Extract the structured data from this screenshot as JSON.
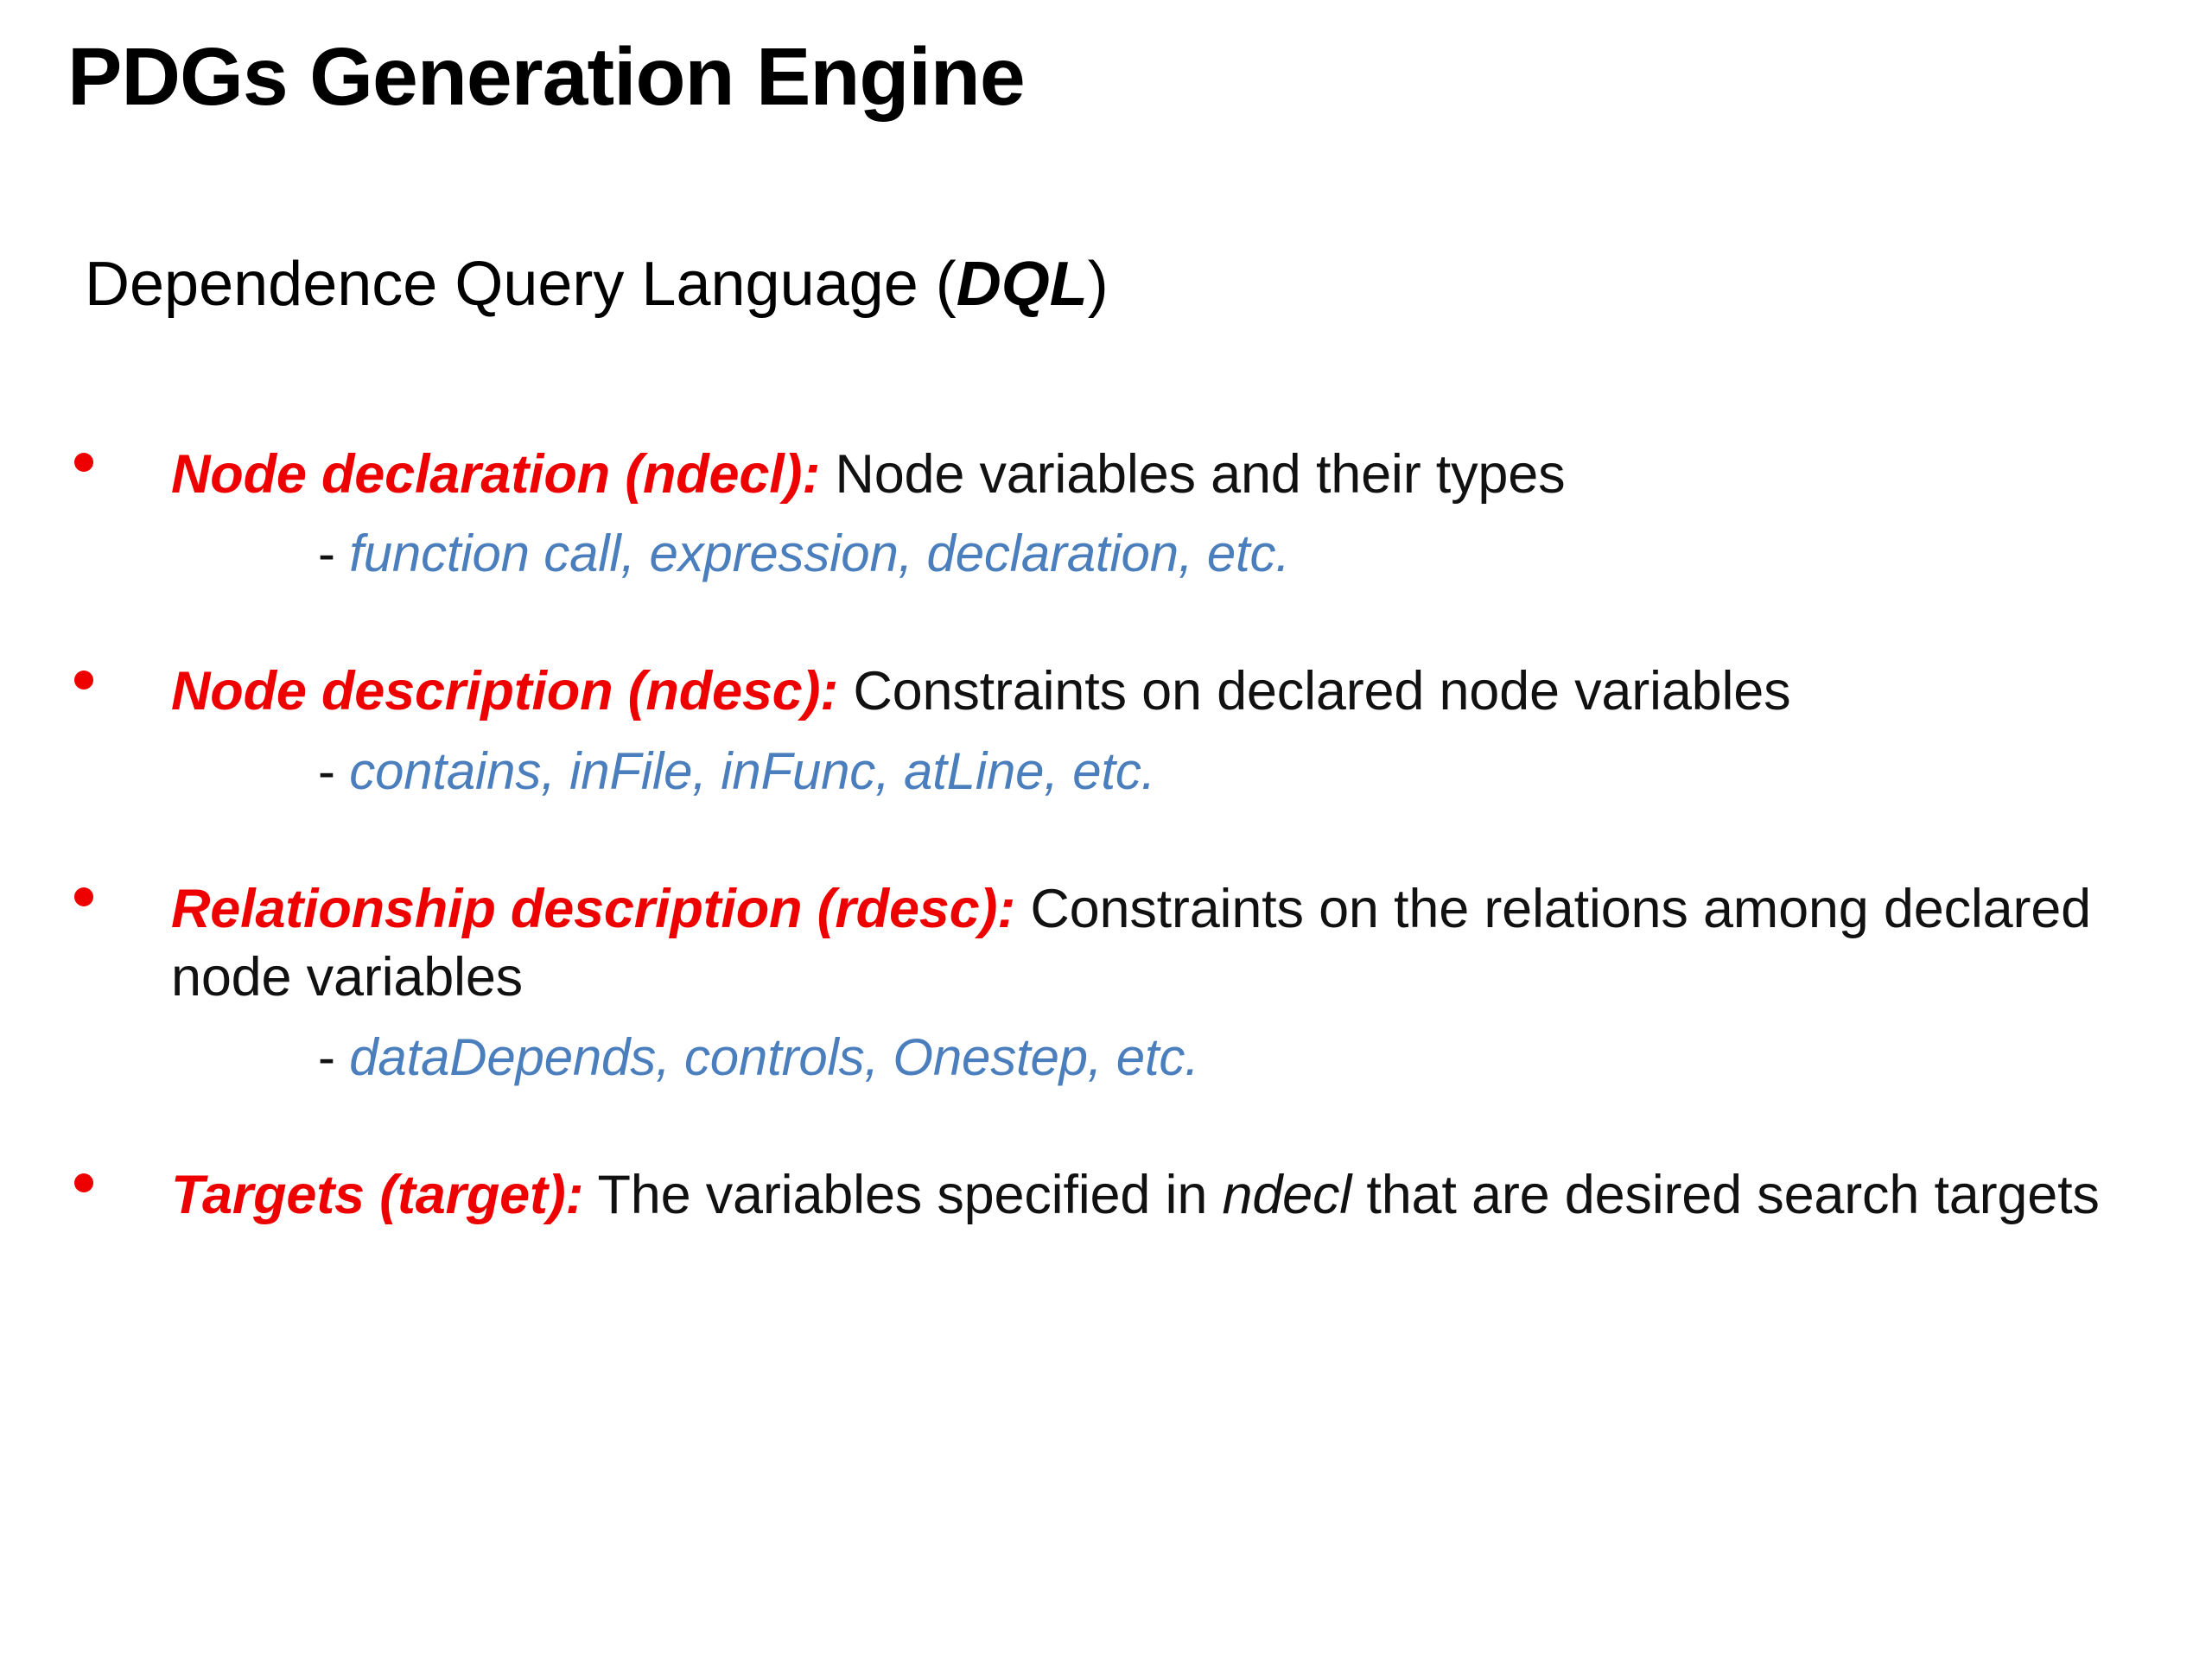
{
  "slide": {
    "title": "PDGs Generation Engine",
    "subtitle": {
      "lead": "Dependence Query Language (",
      "abbr": "DQL",
      "tail": ")"
    },
    "colors": {
      "term_red": "#ee0000",
      "sub_blue": "#4a7ebc",
      "body_black": "#111111",
      "background": "#ffffff"
    },
    "bullets": [
      {
        "term": "Node declaration (ndecl):",
        "description": " Node variables and their types",
        "sub_dash": "-",
        "sub_text": "function call, expression, declaration, etc."
      },
      {
        "term": "Node description (ndesc):",
        "description": " Constraints on declared node variables",
        "sub_dash": "-",
        "sub_text": "contains, inFile, inFunc, atLine, etc."
      },
      {
        "term": "Relationship description (rdesc):",
        "description": " Constraints on the relations among declared node variables",
        "sub_dash": "-",
        "sub_text": "dataDepends, controls, Onestep, etc."
      },
      {
        "term": "Targets (target):",
        "description_part1": " The variables specified in ",
        "description_italic": "ndecl",
        "description_part2": " that are desired search targets",
        "sub_dash": "",
        "sub_text": ""
      }
    ]
  }
}
